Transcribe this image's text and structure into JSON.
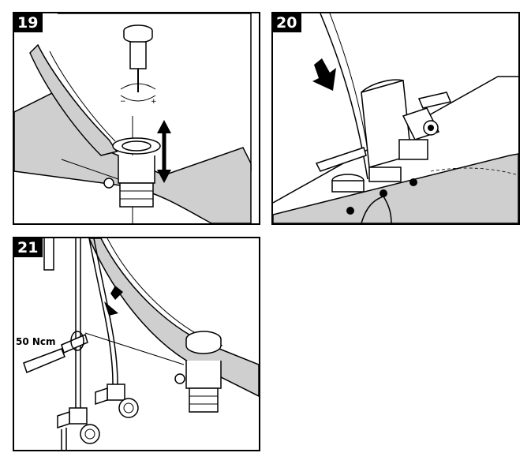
{
  "panels": [
    {
      "step": "19"
    },
    {
      "step": "20"
    },
    {
      "step": "21",
      "torque_label": "50 Ncm"
    }
  ],
  "colors": {
    "fill": "#cfcfcf",
    "stroke": "#000000",
    "background": "#ffffff"
  },
  "icons": [
    "pop-up-plug",
    "adjust-screw-plus-minus",
    "up-down-arrow",
    "push-down-arrow",
    "torque-wrench",
    "angle-valve"
  ]
}
